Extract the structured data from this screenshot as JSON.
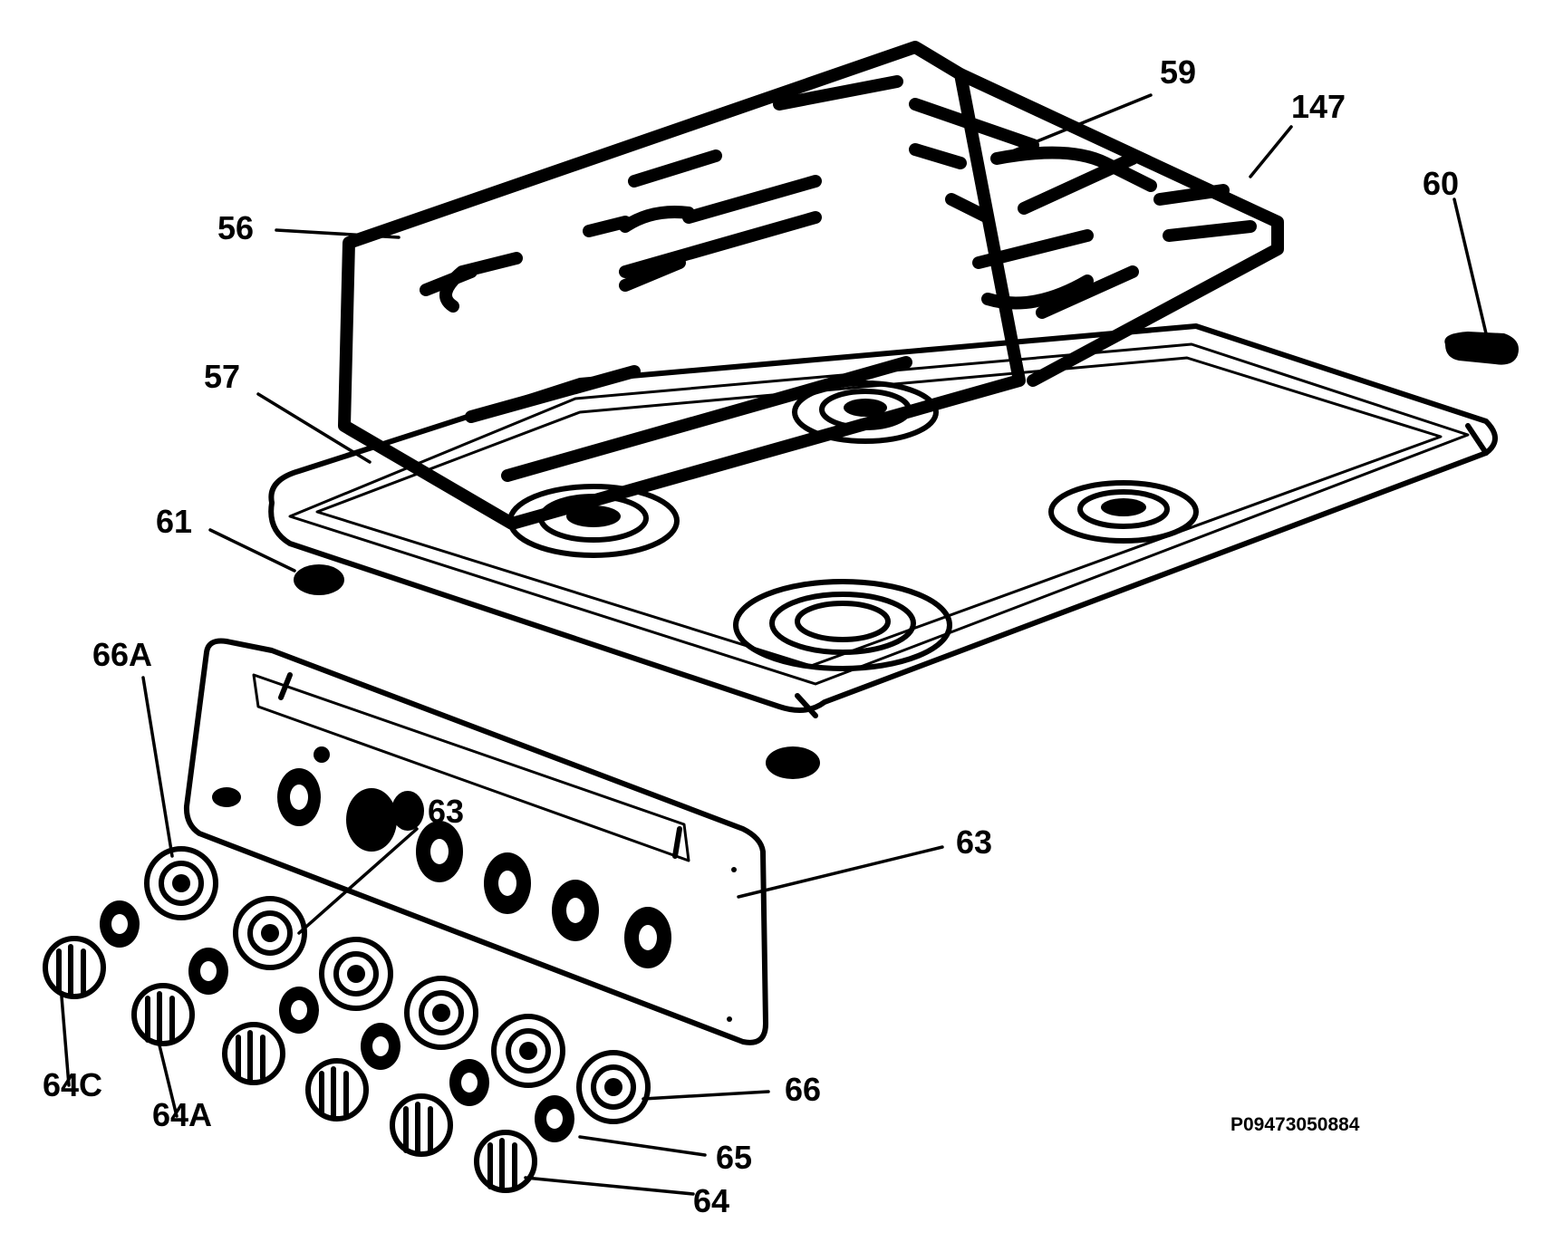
{
  "labels": {
    "l56": "56",
    "l57": "57",
    "l59": "59",
    "l147": "147",
    "l60": "60",
    "l61": "61",
    "l63a": "63",
    "l63b": "63",
    "l66a": "66A",
    "l64c": "64C",
    "l64a": "64A",
    "l66": "66",
    "l65": "65",
    "l64": "64"
  },
  "drawing_code": "P09473050884"
}
